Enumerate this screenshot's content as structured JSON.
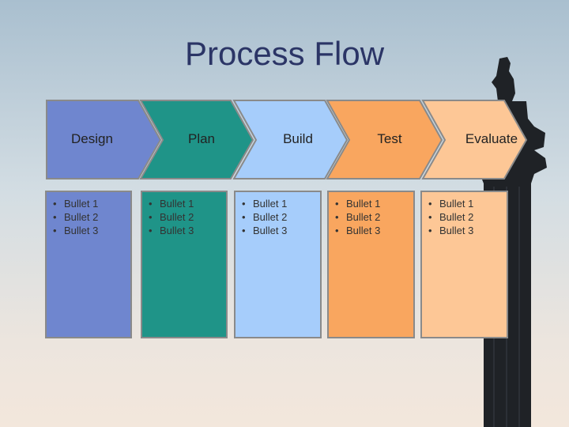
{
  "slide": {
    "title": "Process Flow"
  },
  "steps": [
    {
      "label": "Design",
      "color": "#6f86cf",
      "bullets": [
        "Bullet 1",
        "Bullet 2",
        "Bullet 3"
      ]
    },
    {
      "label": "Plan",
      "color": "#1f9488",
      "bullets": [
        "Bullet 1",
        "Bullet 2",
        "Bullet 3"
      ]
    },
    {
      "label": "Build",
      "color": "#a6cdfb",
      "bullets": [
        "Bullet 1",
        "Bullet 2",
        "Bullet 3"
      ]
    },
    {
      "label": "Test",
      "color": "#f9a65f",
      "bullets": [
        "Bullet 1",
        "Bullet 2",
        "Bullet 3"
      ]
    },
    {
      "label": "Evaluate",
      "color": "#fdc796",
      "bullets": [
        "Bullet 1",
        "Bullet 2",
        "Bullet 3"
      ]
    }
  ],
  "theme": {
    "title_color": "#2b3566",
    "outline_color": "#8a8a8a"
  }
}
